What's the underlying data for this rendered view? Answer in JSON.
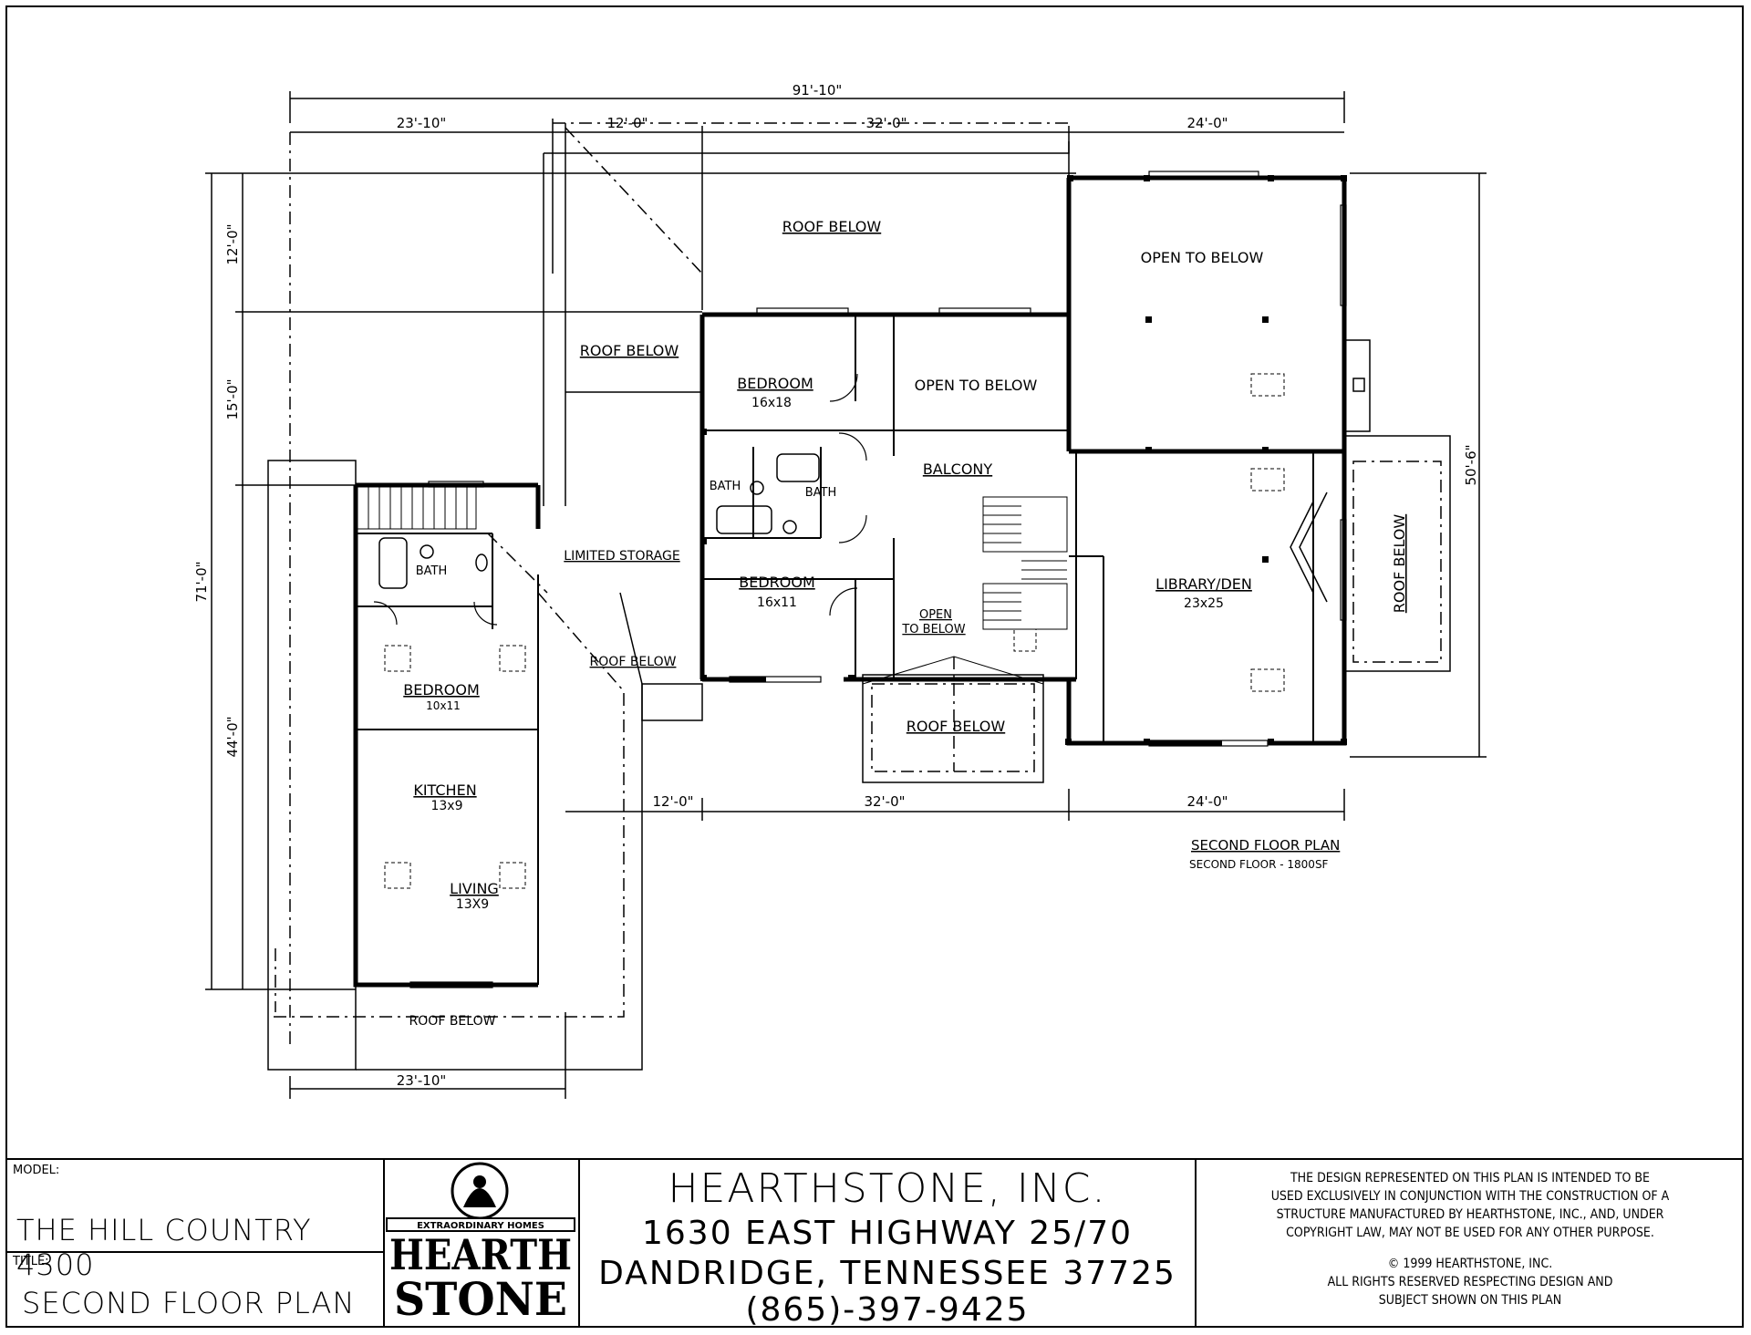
{
  "plan": {
    "dimensions": {
      "overall_width": "91'-10\"",
      "top_seg1": "23'-10\"",
      "top_seg2": "12'-0\"",
      "top_seg3": "32'-0\"",
      "top_seg4": "24'-0\"",
      "left_seg1": "12'-0\"",
      "left_seg2": "15'-0\"",
      "left_seg3": "44'-0\"",
      "left_total": "71'-0\"",
      "right_total": "50'-6\"",
      "mid_seg1": "12'-0\"",
      "mid_seg2": "32'-0\"",
      "mid_seg3": "24'-0\"",
      "bottom": "23'-10\""
    },
    "rooms": {
      "roof_below_top": "ROOF BELOW",
      "open_to_below_top": "OPEN TO BELOW",
      "roof_below_left": "ROOF BELOW",
      "bedroom1_name": "BEDROOM",
      "bedroom1_size": "16x18",
      "open_to_below_mid": "OPEN TO BELOW",
      "bath1": "BATH",
      "bath2": "BATH",
      "balcony": "BALCONY",
      "bath3": "BATH",
      "limited_storage": "LIMITED STORAGE",
      "bedroom2_name": "BEDROOM",
      "bedroom2_size": "16x11",
      "open_small_1": "OPEN",
      "open_small_2": "TO BELOW",
      "library_name": "LIBRARY/DEN",
      "library_size": "23x25",
      "roof_below_right": "ROOF BELOW",
      "roof_below_diag": "ROOF BELOW",
      "roof_below_porch": "ROOF BELOW",
      "bedroom3_name": "BEDROOM",
      "bedroom3_size": "10x11",
      "kitchen_name": "KITCHEN",
      "kitchen_size": "13x9",
      "living_name": "LIVING",
      "living_size": "13X9",
      "roof_below_bottom": "ROOF BELOW"
    },
    "caption_title": "SECOND FLOOR PLAN",
    "caption_sub": "SECOND FLOOR - 1800SF"
  },
  "titleblock": {
    "model_label": "MODEL:",
    "model_value": "THE HILL COUNTRY 4300",
    "title_label": "TITLE:",
    "title_value": "SECOND FLOOR PLAN",
    "logo_tagline": "EXTRAORDINARY HOMES",
    "logo_word1": "HEARTH",
    "logo_word2": "STONE",
    "company": "HEARTHSTONE, INC.",
    "address1": "1630 EAST HIGHWAY 25/70",
    "address2": "DANDRIDGE, TENNESSEE  37725",
    "phone": "(865)-397-9425",
    "legal_lines": [
      "THE DESIGN REPRESENTED ON THIS PLAN IS INTENDED TO BE",
      "USED EXCLUSIVELY IN CONJUNCTION WITH THE CONSTRUCTION OF A",
      "STRUCTURE MANUFACTURED BY HEARTHSTONE, INC., AND, UNDER",
      "COPYRIGHT LAW, MAY NOT BE USED FOR ANY OTHER PURPOSE.",
      "© 1999 HEARTHSTONE, INC.",
      "ALL RIGHTS RESERVED RESPECTING DESIGN AND",
      "SUBJECT SHOWN ON THIS PLAN"
    ]
  }
}
